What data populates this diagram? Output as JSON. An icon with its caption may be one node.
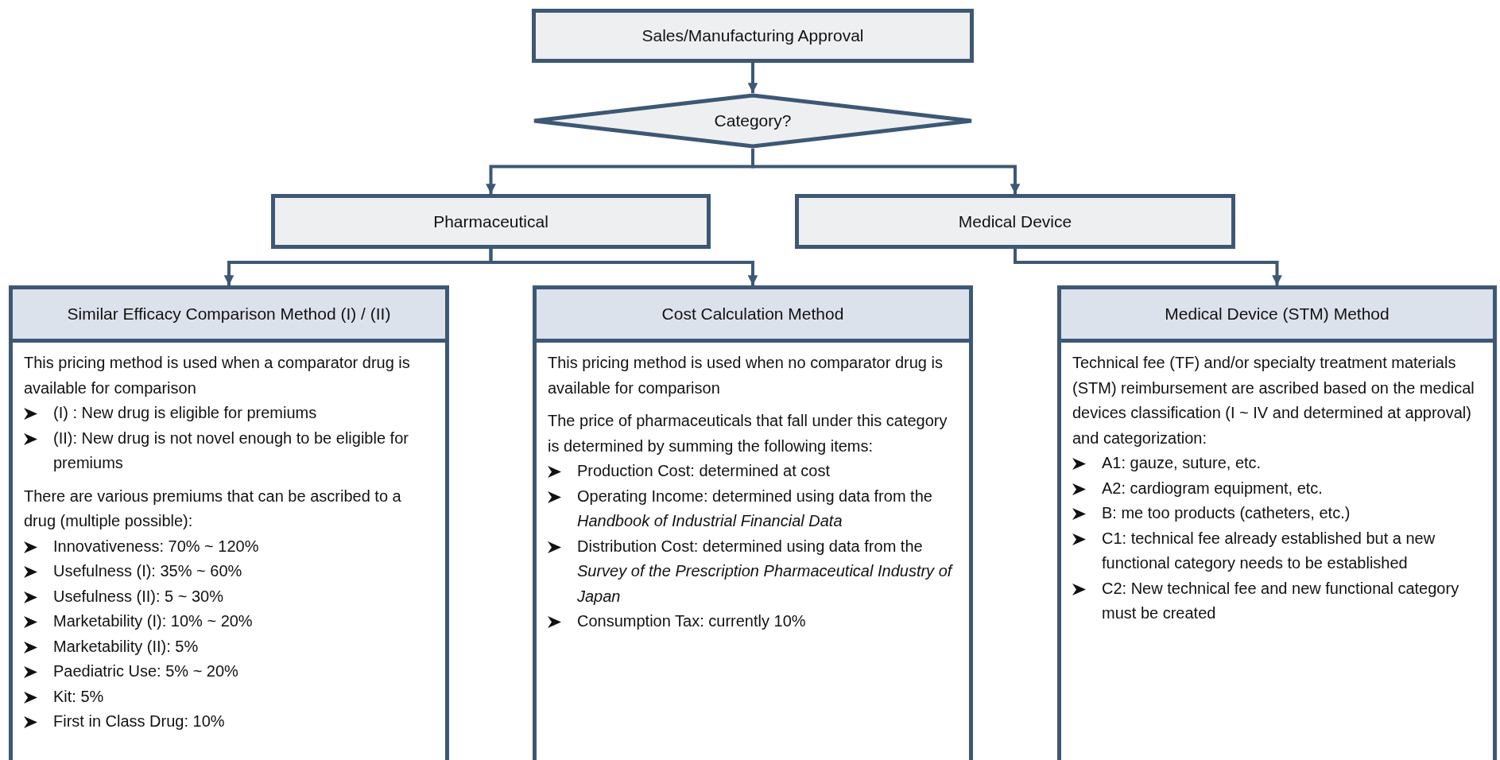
{
  "diagram": {
    "nodes": [
      {
        "text": [
          "Sales/Manufacturing Approval"
        ]
      },
      {
        "text": [
          "Category?"
        ]
      },
      {
        "text": [
          "Pharmaceutical"
        ]
      },
      {
        "text": [
          "Medical Device"
        ]
      },
      {
        "text": [
          "Similar Efficacy Comparison Method (I) / (II)",
          "This pricing method is used when a comparator drug is available for comparison",
          "(I) :  New drug is eligible for premiums",
          "(II):  New drug is not novel enough to be eligible for premiums",
          "There are various premiums that can be ascribed to a drug (multiple possible):",
          "Innovativeness:  70% ~ 120%",
          "Usefulness (I):  35% ~ 60%",
          "Usefulness (II):  5 ~ 30%",
          "Marketability (I):  10% ~ 20%",
          "Marketability (II):  5%",
          "Paediatric Use:  5% ~ 20%",
          "Kit:  5%",
          "First in Class Drug:  10%"
        ]
      },
      {
        "text": [
          "Cost Calculation Method",
          "This pricing method is used when no comparator drug is available for comparison",
          "The price of pharmaceuticals that fall under this category is determined by summing the following items:",
          "Production Cost:  determined at cost",
          "Operating Income:  determined using data from the *Handbook of Industrial Financial Data*",
          "Distribution Cost:  determined using data from the *Survey of the Prescription Pharmaceutical Industry of Japan*",
          "Consumption Tax:  currently 10%"
        ]
      },
      {
        "text": [
          "Medical Device (STM) Method",
          "Technical fee (TF) and/or specialty treatment materials (STM) reimbursement are ascribed based on the medical devices classification (I ~ IV and determined at approval) and categorization:",
          "A1:  gauze, suture, etc.",
          "A2:  cardiogram equipment, etc.",
          "B:  me too products (catheters, etc.)",
          "C1:  technical fee already established but a new functional category needs to be established",
          "C2:  New technical fee and new functional category must be created"
        ]
      }
    ],
    "edges": [
      {
        "from": 0,
        "to": 1,
        "arrow": "to"
      },
      {
        "from": 1,
        "to": 2,
        "arrow": "to"
      },
      {
        "from": 1,
        "to": 3,
        "arrow": "to"
      },
      {
        "from": 2,
        "to": 4,
        "arrow": "to"
      },
      {
        "from": 2,
        "to": 5,
        "arrow": "to"
      },
      {
        "from": 3,
        "to": 6,
        "arrow": "to"
      }
    ]
  }
}
